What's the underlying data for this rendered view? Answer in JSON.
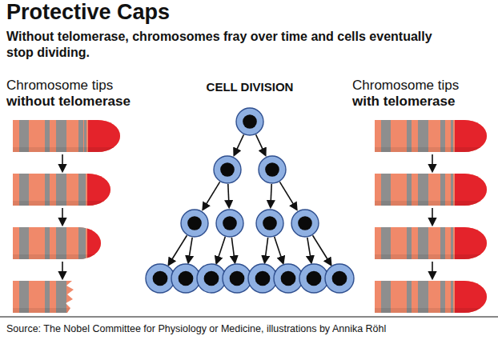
{
  "diagram": {
    "title": "Protective Caps",
    "caption": "Source: The Nobel Committee for Physiology or Medicine, illustrations by Annika Röhl",
    "labels": [
      "Without telomerase, chromosomes fray over time and cells eventually stop dividing.",
      "Chromosome tips",
      "without telomerase",
      "CELL DIVISION",
      "Chromosome tips",
      "with telomerase"
    ]
  }
}
